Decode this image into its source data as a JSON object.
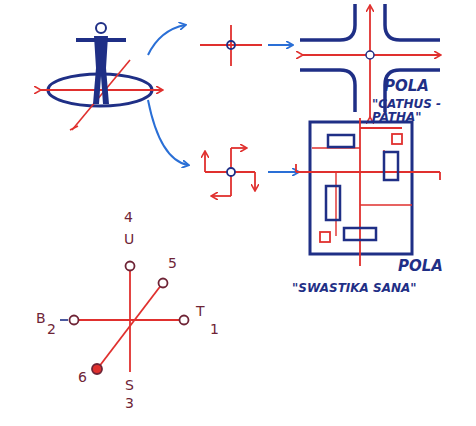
{
  "diagram": {
    "labels": [
      "POLA",
      "\"CATHUS - PATHA\"",
      "POLA",
      "\"SWASTIKA SANA\"",
      "4",
      "U",
      "5",
      "B",
      "2",
      "T",
      "1",
      "6",
      "S",
      "3"
    ]
  }
}
